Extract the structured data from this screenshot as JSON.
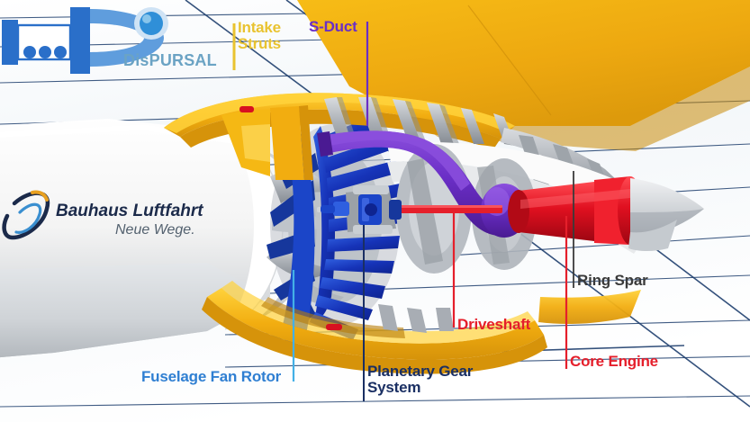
{
  "figure": {
    "title": "Propulsive fuselage aircraft rear-end cutaway (DisPURSAL)",
    "background_color": "#ffffff",
    "grid_line_color": "#1f3f6e"
  },
  "logos": {
    "dispursal": {
      "name": "dispursal-logo",
      "wordmark": "DisPURSAL",
      "color": "#6ba3c4",
      "mark_color": "#2a6fc9"
    },
    "bauhaus": {
      "name": "bauhaus-luftfahrt-logo",
      "line1": "Bauhaus Luftfahrt",
      "line2": "Neue Wege.",
      "text_color": "#1b2a4a",
      "subtext_color": "#53616f",
      "swoosh_colors": [
        "#1b2a4a",
        "#3a8fd0",
        "#e8a020"
      ]
    }
  },
  "callouts": [
    {
      "id": "intake-struts",
      "label": "Intake\nStruts",
      "color": "#e9c330",
      "leader": "vertical-left"
    },
    {
      "id": "s-duct",
      "label": "S-Duct",
      "color": "#6a2ec6",
      "leader": "vertical-right"
    },
    {
      "id": "ring-spar",
      "label": "Ring Spar",
      "color": "#3a3a3a",
      "leader": "vertical-left"
    },
    {
      "id": "driveshaft",
      "label": "Driveshaft",
      "color": "#e51f2b",
      "leader": "vertical-left"
    },
    {
      "id": "core-engine",
      "label": "Core Engine",
      "color": "#e51f2b",
      "leader": "vertical-left"
    },
    {
      "id": "fuselage-fan-rotor",
      "label": "Fuselage Fan Rotor",
      "color": "#2f7fd2",
      "leader": "diagonal"
    },
    {
      "id": "planetary-gear-system",
      "label": "Planetary Gear\nSystem",
      "color": "#1a2f63",
      "leader": "vertical-left"
    }
  ],
  "components": {
    "nacelle_color": "#f2b21a",
    "fuselage_color": "#f2f2f2",
    "fan_rotor_color": "#1b45c8",
    "s_duct_color": "#6a2ec6",
    "core_engine_color": "#d81020",
    "structure_color": "#a8adb4",
    "driveshaft_color": "#e51f2b"
  }
}
